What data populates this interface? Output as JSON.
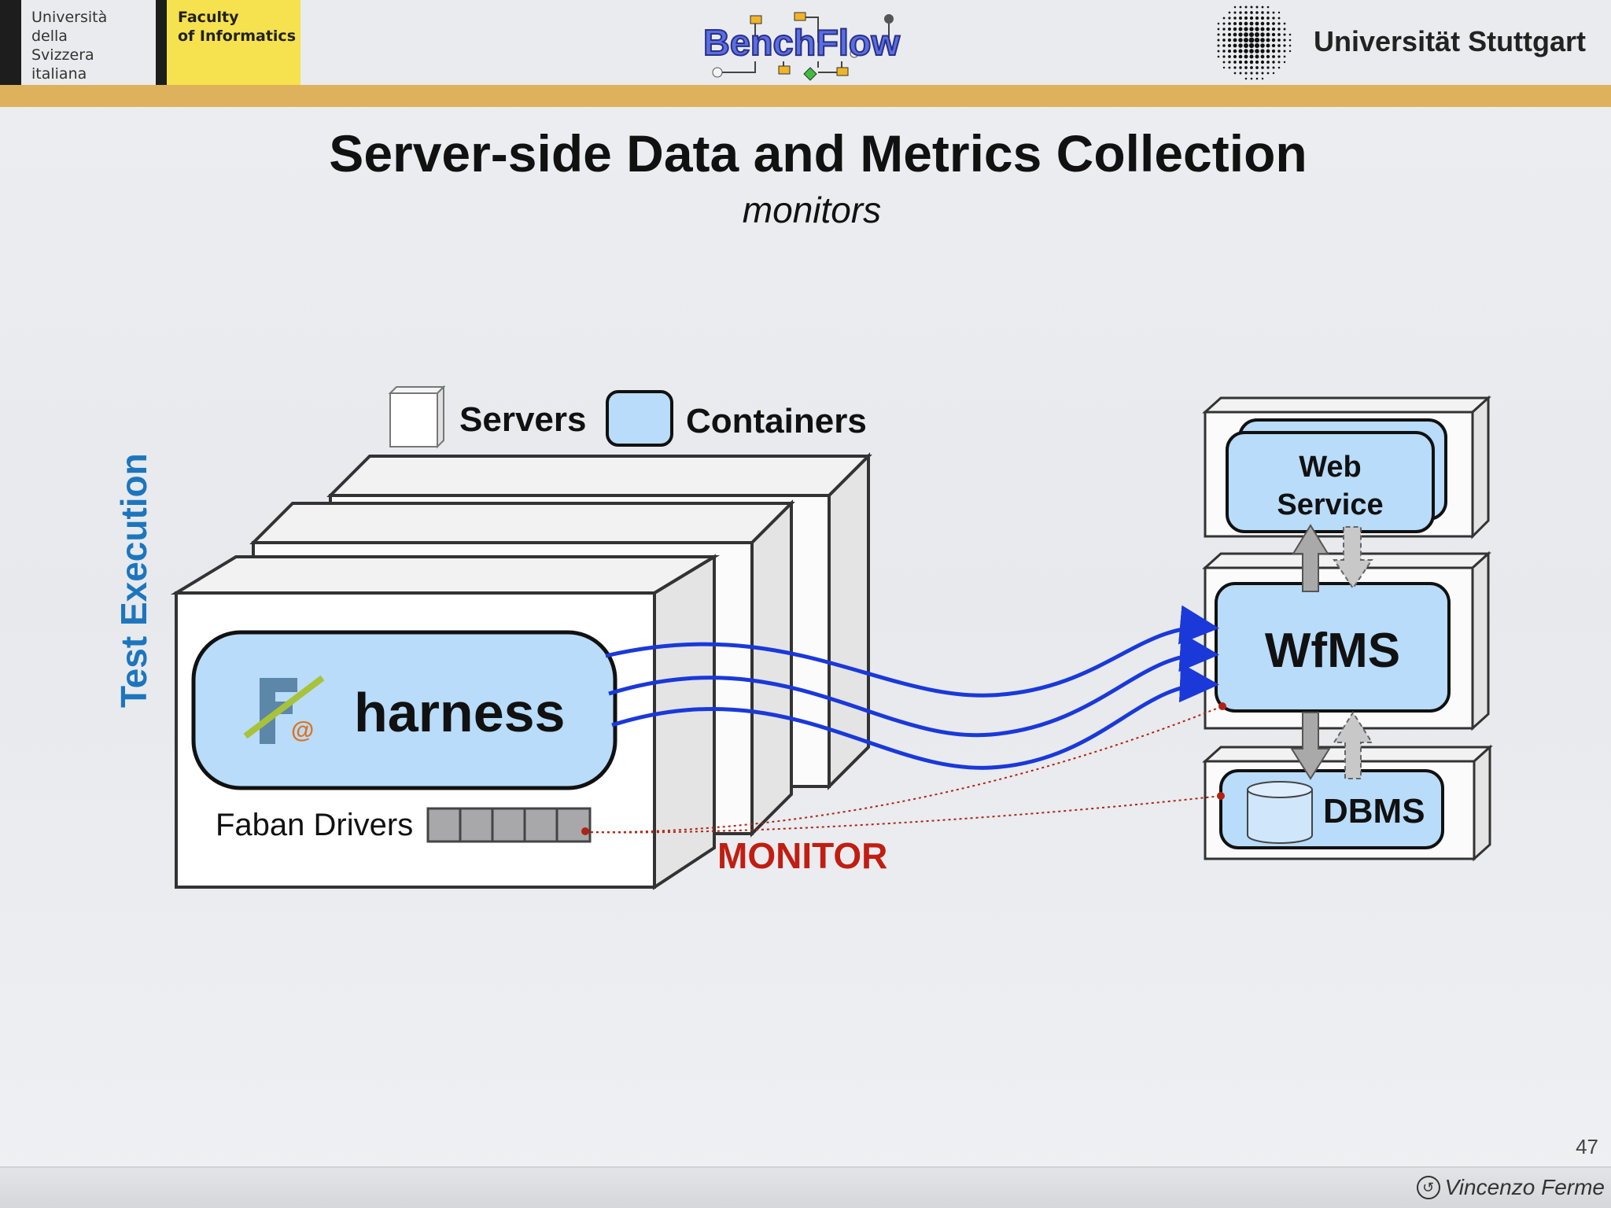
{
  "header": {
    "usi_lines": [
      "Università",
      "della",
      "Svizzera",
      "italiana"
    ],
    "faculty_lines": [
      "Faculty",
      "of Informatics"
    ],
    "logo_text": "BenchFlow",
    "university": "Universität Stuttgart"
  },
  "slide": {
    "title": "Server-side Data and Metrics Collection",
    "subtitle": "monitors"
  },
  "diagram": {
    "side_label": "Test Execution",
    "legend": {
      "servers": "Servers",
      "containers": "Containers"
    },
    "harness": "harness",
    "faban_drivers": "Faban Drivers",
    "faban_logo_at": "@",
    "monitor": "MONITOR",
    "web_service_lines": [
      "Web",
      "Service"
    ],
    "wfms": "WfMS",
    "dbms": "DBMS"
  },
  "colors": {
    "container_fill": "#b8dcfa",
    "arrow_blue": "#1a39d8",
    "monitor_red": "#c01e12",
    "side_label_blue": "#1d76bd",
    "gold_band": "#deb15c",
    "faculty_yellow": "#f6e14f"
  },
  "footer": {
    "page_number": "47",
    "author": "Vincenzo Ferme",
    "license_icon": "cc-icon"
  }
}
